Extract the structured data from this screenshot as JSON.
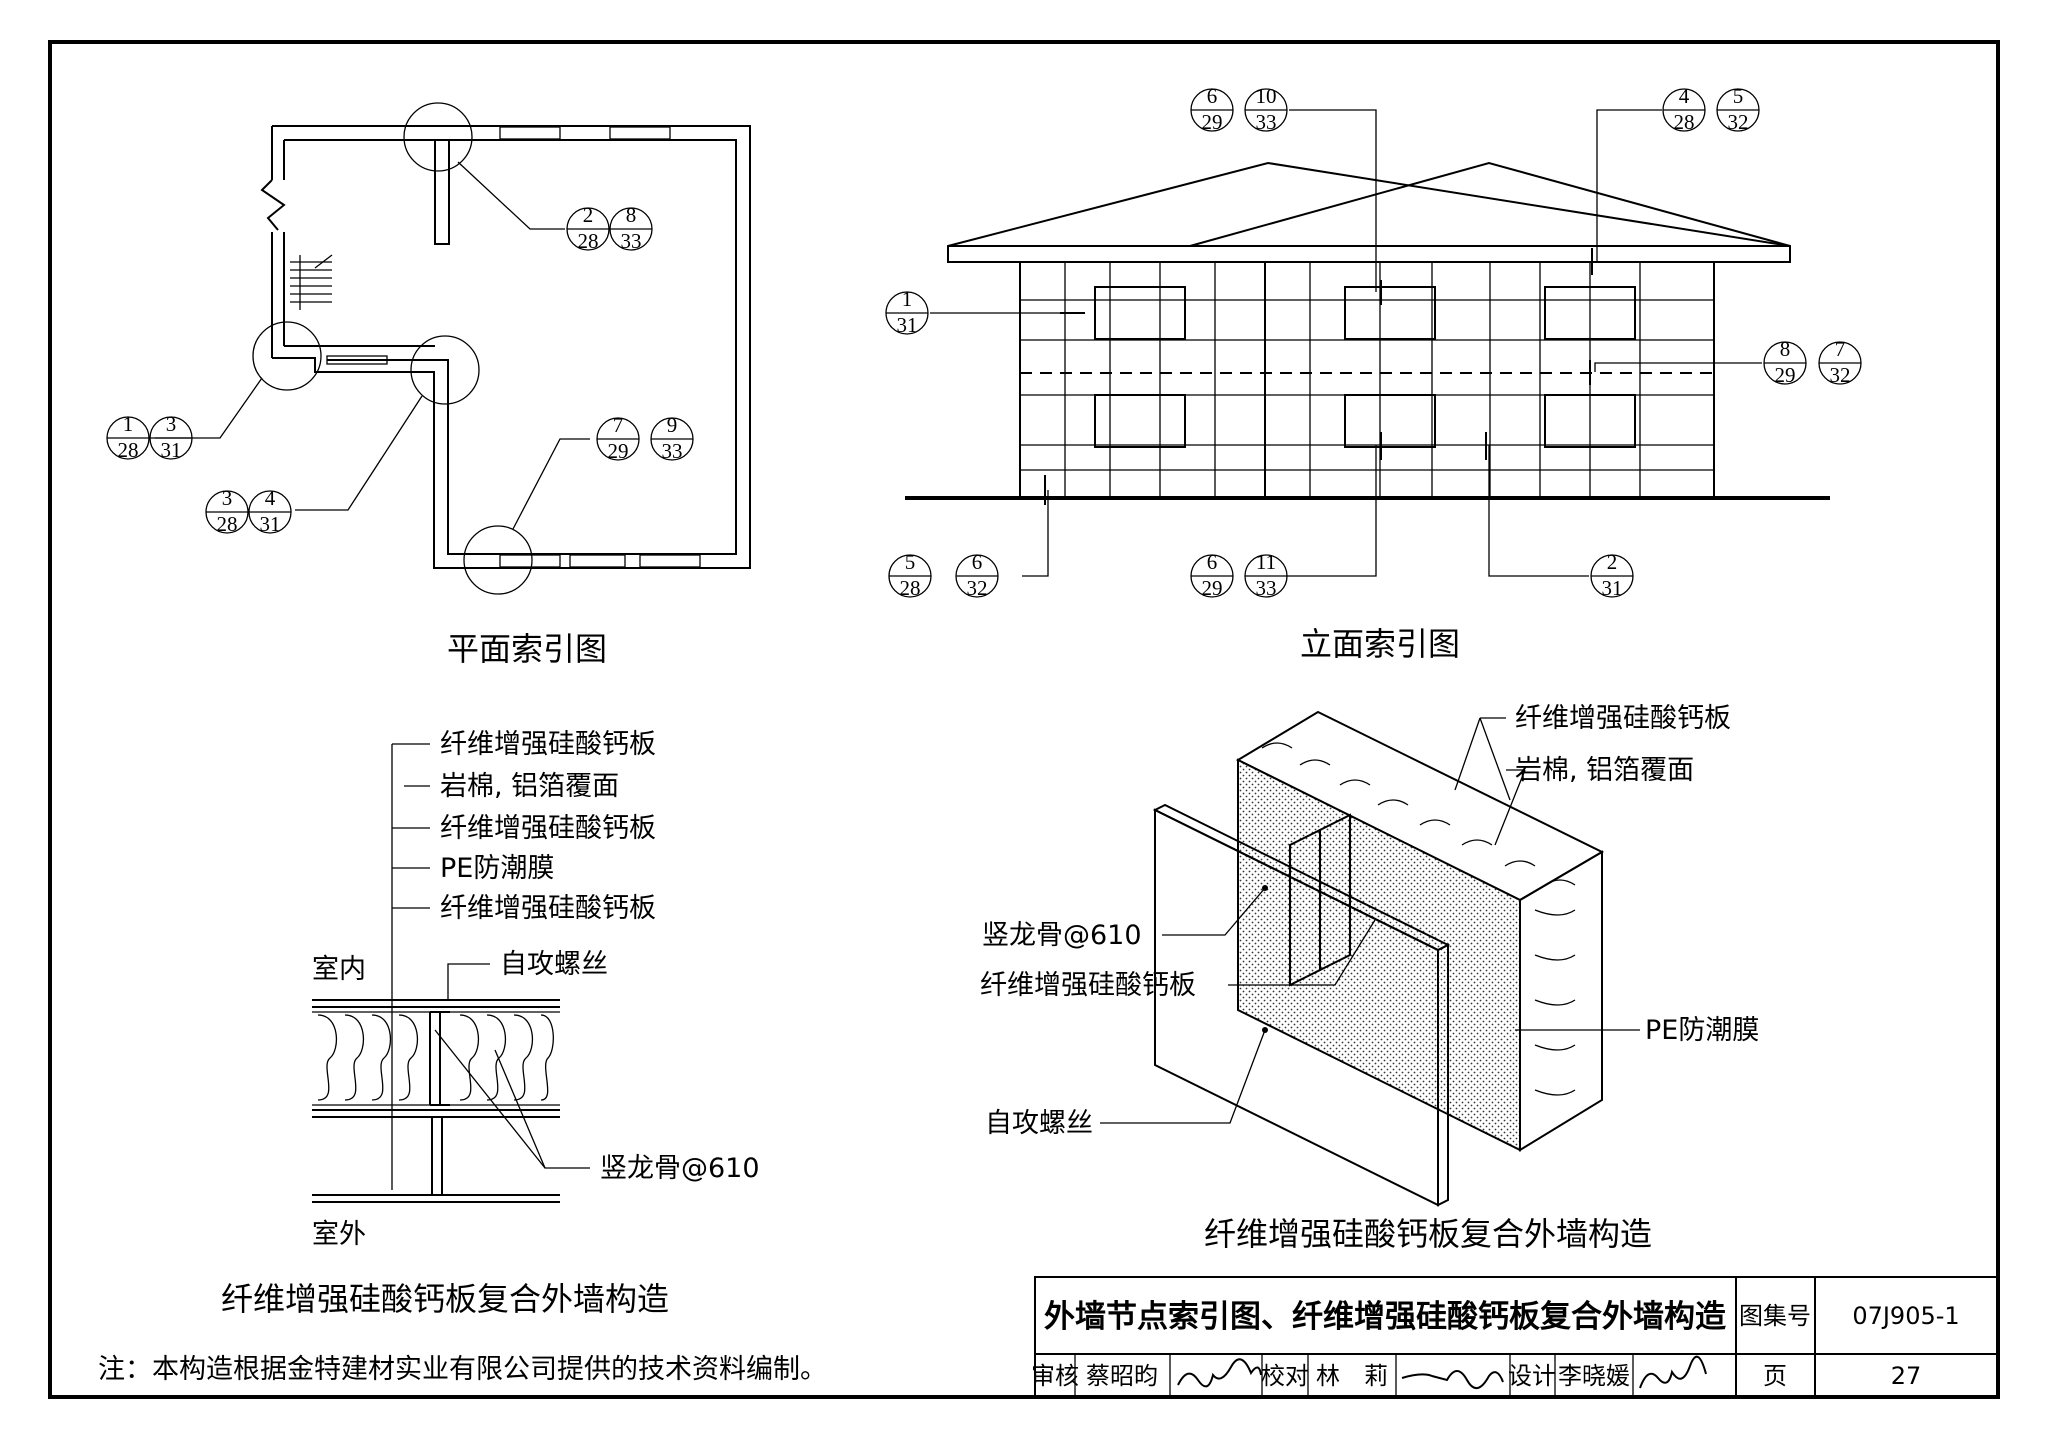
{
  "plan": {
    "title": "平面索引图",
    "refs": [
      {
        "top": "2",
        "bottom": "28"
      },
      {
        "top": "8",
        "bottom": "33"
      },
      {
        "top": "1",
        "bottom": "28"
      },
      {
        "top": "3",
        "bottom": "31"
      },
      {
        "top": "3",
        "bottom": "28"
      },
      {
        "top": "4",
        "bottom": "31"
      },
      {
        "top": "7",
        "bottom": "29"
      },
      {
        "top": "9",
        "bottom": "33"
      }
    ]
  },
  "elevation": {
    "title": "立面索引图",
    "refs": [
      {
        "top": "6",
        "bottom": "29"
      },
      {
        "top": "10",
        "bottom": "33"
      },
      {
        "top": "4",
        "bottom": "28"
      },
      {
        "top": "5",
        "bottom": "32"
      },
      {
        "top": "1",
        "bottom": "31"
      },
      {
        "top": "8",
        "bottom": "29"
      },
      {
        "top": "7",
        "bottom": "32"
      },
      {
        "top": "5",
        "bottom": "28"
      },
      {
        "top": "6",
        "bottom": "32"
      },
      {
        "top": "6",
        "bottom": "29"
      },
      {
        "top": "11",
        "bottom": "33"
      },
      {
        "top": "2",
        "bottom": "31"
      }
    ]
  },
  "section": {
    "title": "纤维增强硅酸钙板复合外墙构造",
    "indoor": "室内",
    "outdoor": "室外",
    "layers": [
      "纤维增强硅酸钙板",
      "岩棉, 铝箔覆面",
      "纤维增强硅酸钙板",
      "PE防潮膜",
      "纤维增强硅酸钙板"
    ],
    "screw": "自攻螺丝",
    "stud": "竖龙骨@610"
  },
  "iso": {
    "title": "纤维增强硅酸钙板复合外墙构造",
    "labels": {
      "board": "纤维增强硅酸钙板",
      "wool": "岩棉, 铝箔覆面",
      "stud": "竖龙骨@610",
      "board2": "纤维增强硅酸钙板",
      "pe": "PE防潮膜",
      "screw": "自攻螺丝"
    }
  },
  "note": "注：本构造根据金特建材实业有限公司提供的技术资料编制。",
  "title_block": {
    "title": "外墙节点索引图、纤维增强硅酸钙板复合外墙构造",
    "atlas_label": "图集号",
    "atlas_no": "07J905-1",
    "review_label": "审核",
    "reviewer": "蔡昭昀",
    "check_label": "校对",
    "checker": "林　莉",
    "design_label": "设计",
    "designer": "李晓媛",
    "page_label": "页",
    "page_no": "27"
  }
}
